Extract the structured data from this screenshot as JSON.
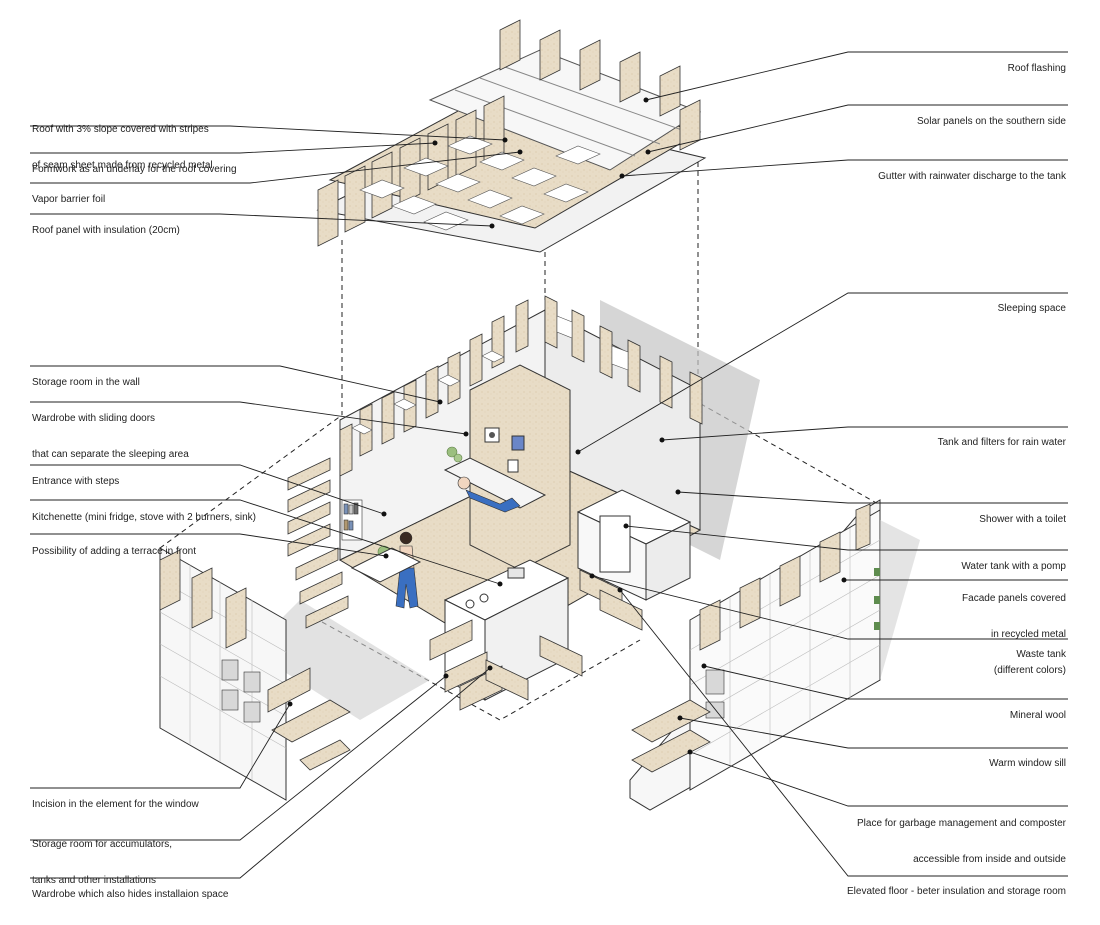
{
  "labels_left": [
    {
      "id": "roof-slope",
      "lines": [
        "Roof with 3% slope covered with stripes",
        "of seam sheet made from recycled metal"
      ]
    },
    {
      "id": "formwork",
      "lines": [
        "Formwork as an underlay for the roof covering"
      ]
    },
    {
      "id": "vapor-barrier",
      "lines": [
        "Vapor barrier foil"
      ]
    },
    {
      "id": "roof-panel",
      "lines": [
        "Roof panel with insulation (20cm)"
      ]
    },
    {
      "id": "storage-wall",
      "lines": [
        "Storage room in the wall"
      ]
    },
    {
      "id": "wardrobe-sliding",
      "lines": [
        "Wardrobe with sliding doors",
        "that can separate the sleeping area"
      ]
    },
    {
      "id": "entrance",
      "lines": [
        "Entrance with steps"
      ]
    },
    {
      "id": "kitchenette",
      "lines": [
        "Kitchenette (mini fridge, stove with 2 burners, sink)"
      ]
    },
    {
      "id": "terrace",
      "lines": [
        "Possibility of adding a terrace in front"
      ]
    },
    {
      "id": "incision",
      "lines": [
        "Incision in the element for the window"
      ]
    },
    {
      "id": "storage-accumulators",
      "lines": [
        "Storage room for accumulators,",
        "tanks and other installations"
      ]
    },
    {
      "id": "wardrobe-install",
      "lines": [
        "Wardrobe which also hides installaion space"
      ]
    }
  ],
  "labels_right": [
    {
      "id": "roof-flashing",
      "lines": [
        "Roof flashing"
      ]
    },
    {
      "id": "solar-panels",
      "lines": [
        "Solar panels on the southern side"
      ]
    },
    {
      "id": "gutter",
      "lines": [
        "Gutter with rainwater discharge to the tank"
      ]
    },
    {
      "id": "sleeping-space",
      "lines": [
        "Sleeping space"
      ]
    },
    {
      "id": "tank-filters",
      "lines": [
        "Tank and filters for rain water"
      ]
    },
    {
      "id": "shower",
      "lines": [
        "Shower with a toilet"
      ]
    },
    {
      "id": "water-tank",
      "lines": [
        "Water tank with a pomp"
      ]
    },
    {
      "id": "facade-panels",
      "lines": [
        "Facade panels covered",
        "in recycled metal",
        "(different colors)"
      ]
    },
    {
      "id": "waste-tank",
      "lines": [
        "Waste tank"
      ]
    },
    {
      "id": "mineral-wool",
      "lines": [
        "Mineral wool"
      ]
    },
    {
      "id": "window-sill",
      "lines": [
        "Warm window sill"
      ]
    },
    {
      "id": "garbage",
      "lines": [
        "Place for garbage management and composter",
        "accessible from inside and outside"
      ]
    },
    {
      "id": "elevated-floor",
      "lines": [
        "Elevated floor - beter insulation and storage room"
      ]
    }
  ],
  "colors": {
    "wood": "#e8dcc6",
    "wood_dark": "#c9b48f",
    "white_panel": "#ffffff",
    "shadow": "#bdbdbd",
    "line": "#333333",
    "skin": "#f1d6c0",
    "jeans": "#3a6fc1"
  }
}
